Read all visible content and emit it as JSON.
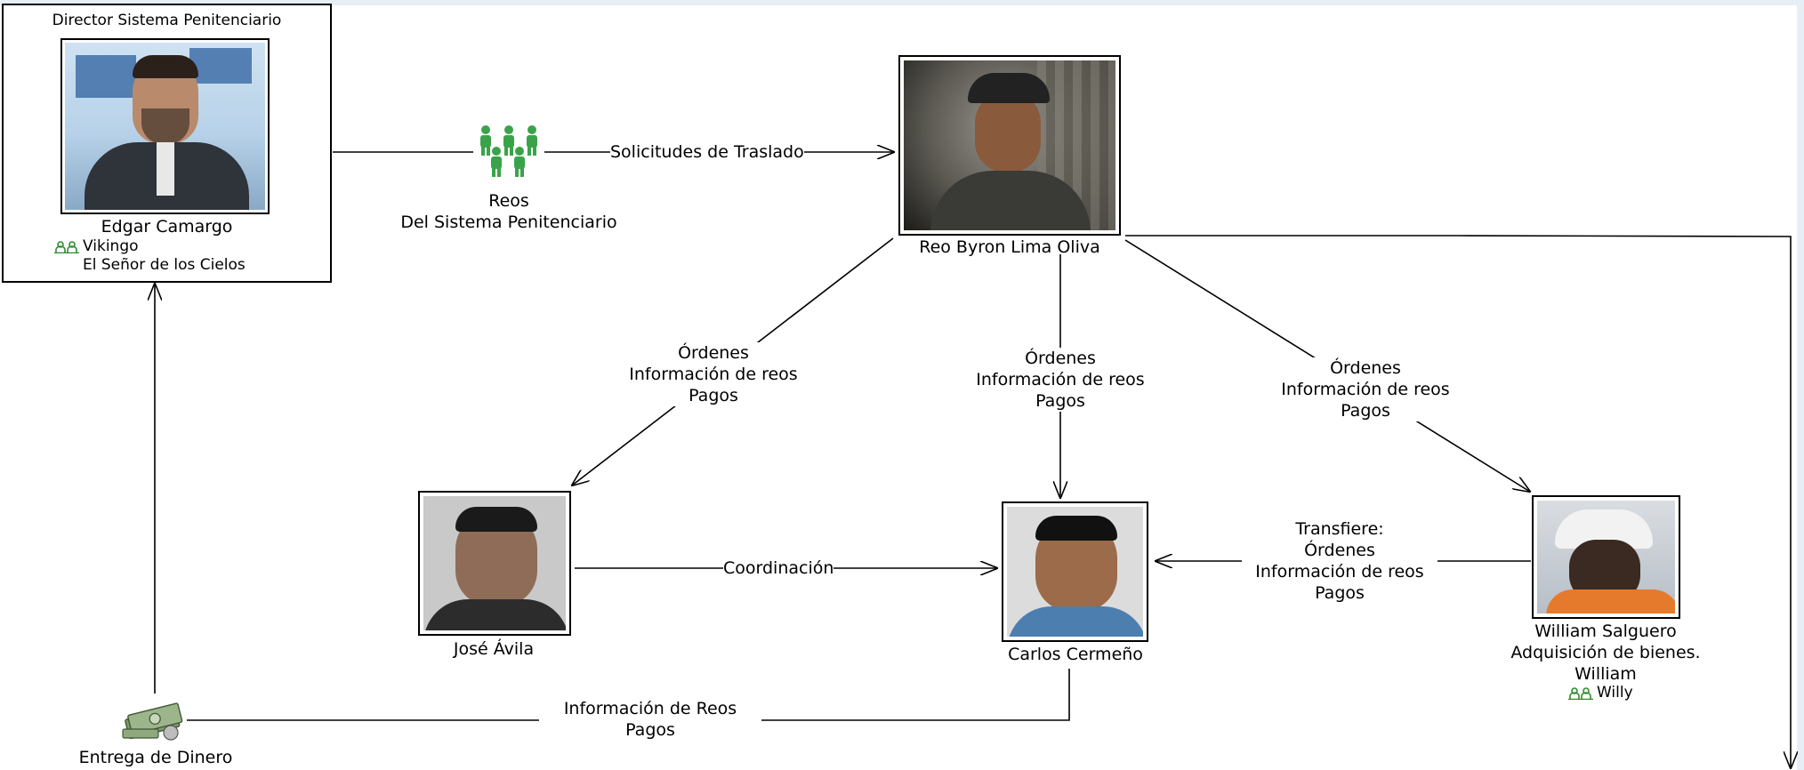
{
  "director": {
    "role": "Director Sistema Penitenciario",
    "name": "Edgar Camargo",
    "aliases": [
      "Vikingo",
      "El Señor de los Cielos"
    ]
  },
  "reos_group": {
    "line1": "Reos",
    "line2": "Del Sistema Penitenciario"
  },
  "byron": {
    "name": "Reo Byron Lima Oliva"
  },
  "jose": {
    "name": "José Ávila"
  },
  "carlos": {
    "name": "Carlos Cermeño"
  },
  "william": {
    "line1": "William Salguero",
    "line2": "Adquisición de bienes.",
    "line3": "William",
    "alias": "Willy"
  },
  "money": {
    "label": "Entrega de Dinero"
  },
  "edges": {
    "traslado": "Solicitudes de Traslado",
    "orders_left": [
      "Órdenes",
      "Información de reos",
      "Pagos"
    ],
    "orders_mid": [
      "Órdenes",
      "Información de reos",
      "Pagos"
    ],
    "orders_right": [
      "Órdenes",
      "Información de reos",
      "Pagos"
    ],
    "coordinacion": "Coordinación",
    "transfiere": [
      "Transfiere:",
      "Órdenes",
      "Información de reos",
      "Pagos"
    ],
    "info_reos": [
      "Información de Reos",
      "Pagos"
    ]
  },
  "colors": {
    "alias_green": "#2e8b2e",
    "reo_icon_green": "#3aa34a",
    "line": "#000000"
  }
}
